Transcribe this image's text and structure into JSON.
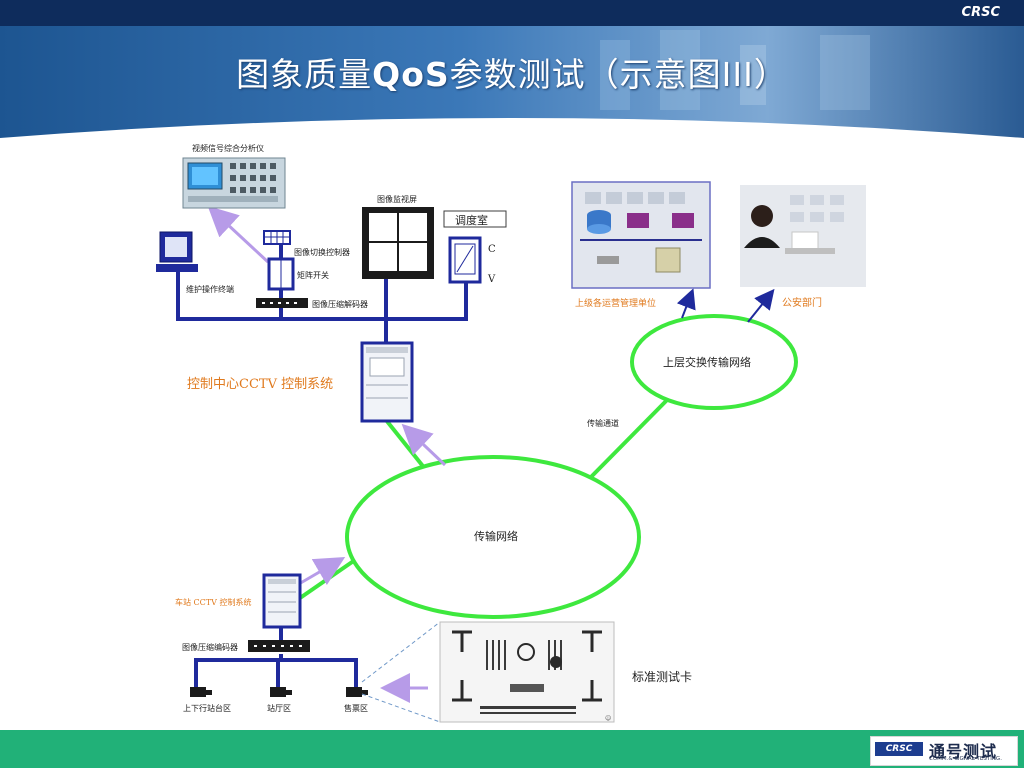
{
  "header": {
    "brand": "CRSC",
    "title_part1": "图象质量",
    "title_bold": "QoS",
    "title_part2": "参数测试（示意图III）"
  },
  "labels": {
    "video_analyzer": "视频信号综合分析仪",
    "image_monitor": "图像监视屏",
    "dispatch_room": "调度室",
    "c_label": "C",
    "v_label": "V",
    "image_switch_controller": "图像切换控制器",
    "matrix_switch": "矩阵开关",
    "maintenance_terminal": "维护操作终端",
    "image_decoder": "图像压缩解码器",
    "control_center": "控制中心CCTV 控制系统",
    "upper_operation_unit": "上级各运营管理单位",
    "public_security": "公安部门",
    "upper_network": "上层交换传输网络",
    "transmission_channel": "传输通道",
    "transmission_network": "传输网络",
    "station_cctv": "车站 CCTV  控制系统",
    "image_encoder": "图像压缩编码器",
    "platform": "上下行站台区",
    "station_hall": "站厅区",
    "ticket_area": "售票区",
    "test_card": "标准测试卡"
  },
  "footer": {
    "logo_mark": "CRSC",
    "logo_cn": "通号测试",
    "logo_en": "COMM.& SIGNAL TESTING."
  },
  "colors": {
    "header_blue": "#123a72",
    "bus_blue": "#1f2a9c",
    "link_green": "#3ee83e",
    "arrow_purple": "#b79be8",
    "label_orange": "#e07a1e",
    "footer_green": "#21b178"
  }
}
